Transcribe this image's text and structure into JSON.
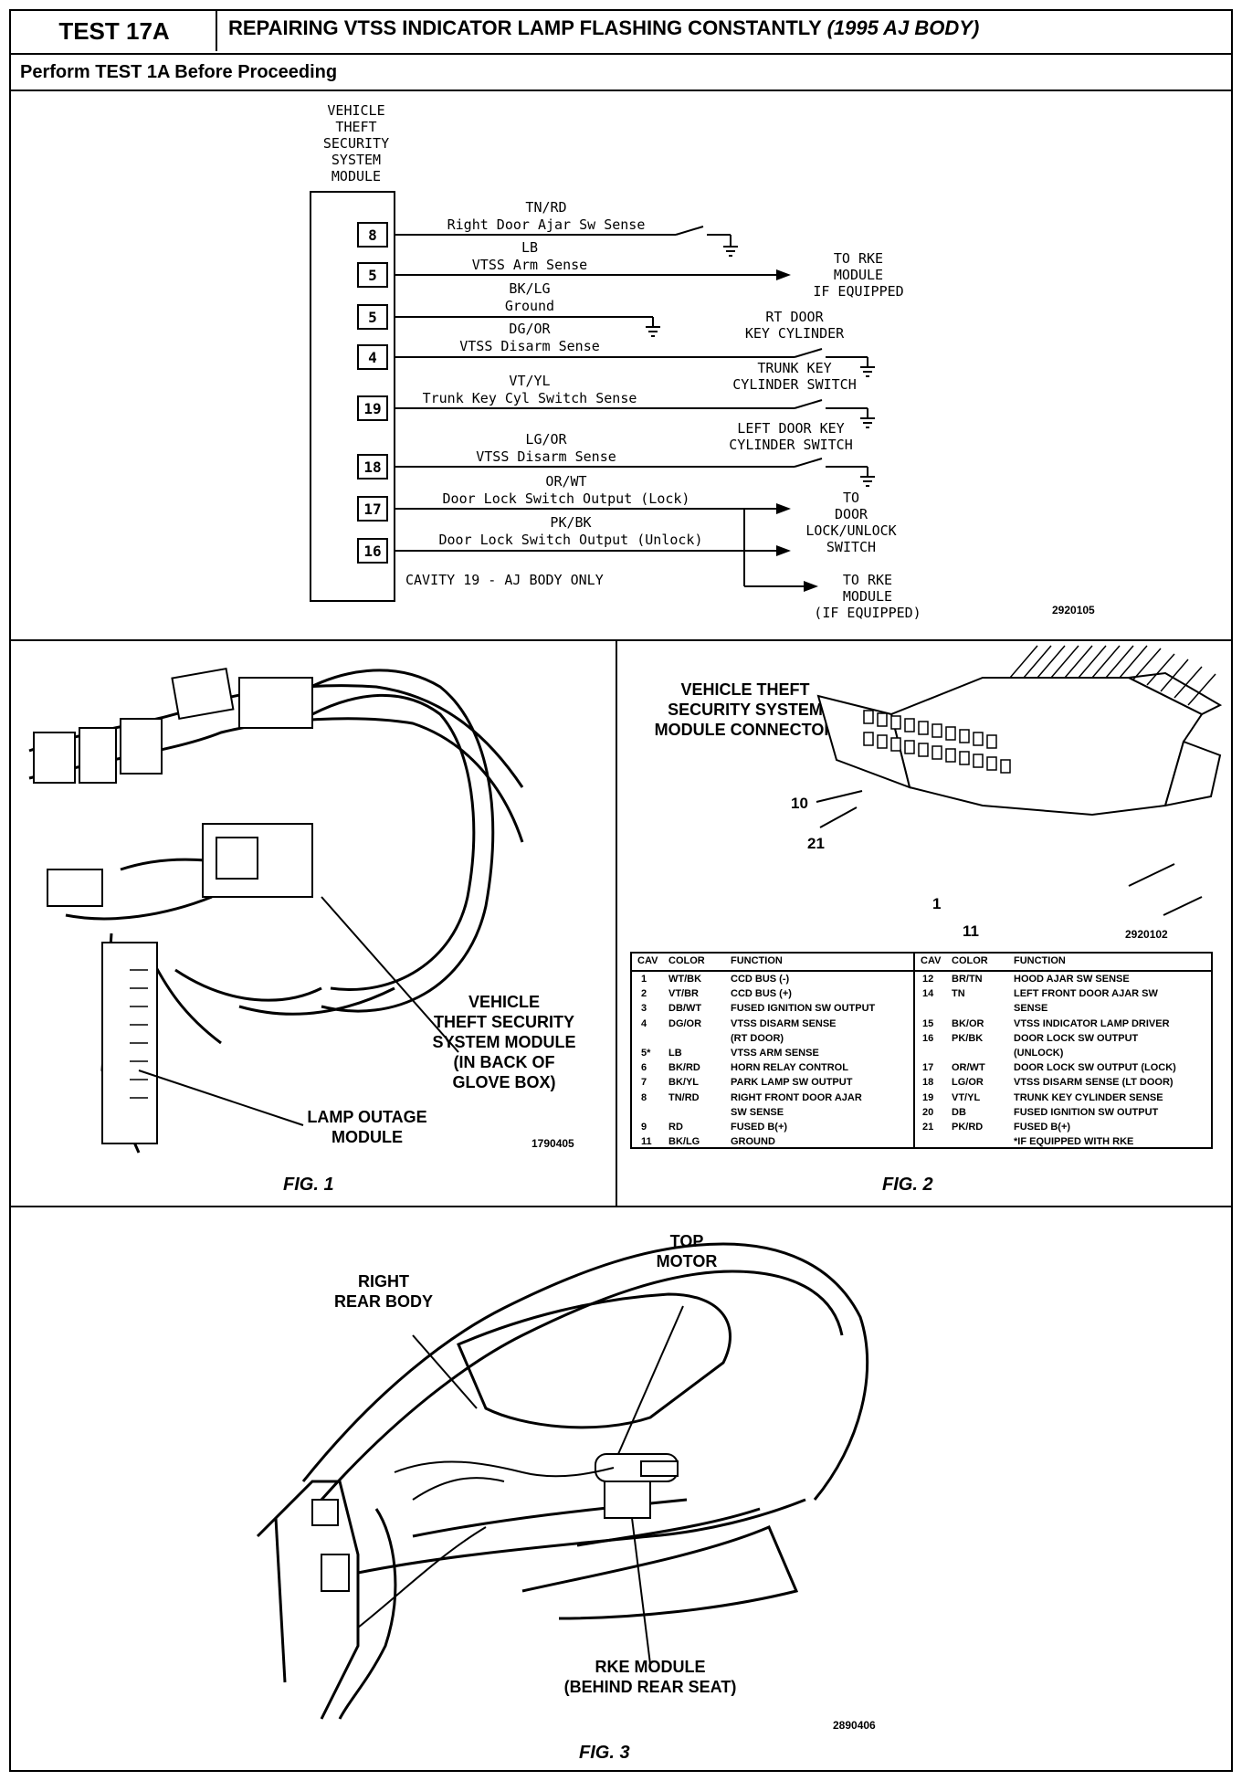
{
  "header": {
    "test_id": "TEST 17A",
    "title": "REPAIRING VTSS INDICATOR LAMP FLASHING CONSTANTLY",
    "title_suffix": "(1995 AJ BODY)",
    "subtitle": "Perform TEST 1A Before Proceeding"
  },
  "schematic": {
    "module_label": [
      "VEHICLE",
      "THEFT",
      "SECURITY",
      "SYSTEM",
      "MODULE"
    ],
    "pins": [
      {
        "cav": "8",
        "color": "TN/RD",
        "func": "Right Door Ajar Sw Sense"
      },
      {
        "cav": "5",
        "color": "LB",
        "func": "VTSS Arm Sense"
      },
      {
        "cav": "5",
        "color": "BK/LG",
        "func": "Ground"
      },
      {
        "cav": "4",
        "color": "DG/OR",
        "func": "VTSS Disarm Sense"
      },
      {
        "cav": "19",
        "color": "VT/YL",
        "func": "Trunk Key Cyl Switch Sense"
      },
      {
        "cav": "18",
        "color": "LG/OR",
        "func": "VTSS Disarm Sense"
      },
      {
        "cav": "17",
        "color": "OR/WT",
        "func": "Door Lock Switch Output (Lock)"
      },
      {
        "cav": "16",
        "color": "PK/BK",
        "func": "Door Lock Switch Output (Unlock)"
      }
    ],
    "dest_rke_1": [
      "TO RKE",
      "MODULE",
      "IF EQUIPPED"
    ],
    "dest_rt_door": [
      "RT DOOR",
      "KEY CYLINDER"
    ],
    "dest_trunk": [
      "TRUNK KEY",
      "CYLINDER SWITCH"
    ],
    "dest_left_door": [
      "LEFT DOOR KEY",
      "CYLINDER SWITCH"
    ],
    "dest_door_lock": [
      "TO",
      "DOOR",
      "LOCK/UNLOCK",
      "SWITCH"
    ],
    "dest_rke_2": [
      "TO RKE",
      "MODULE",
      "(IF EQUIPPED)"
    ],
    "note": "CAVITY 19 - AJ BODY ONLY",
    "ref": "2920105"
  },
  "fig1": {
    "caption": "FIG. 1",
    "vtss_label": [
      "VEHICLE",
      "THEFT SECURITY",
      "SYSTEM MODULE",
      "(IN BACK OF",
      "GLOVE BOX)"
    ],
    "lamp_label": [
      "LAMP OUTAGE",
      "MODULE"
    ],
    "ref": "1790405"
  },
  "fig2": {
    "caption": "FIG. 2",
    "title": [
      "VEHICLE THEFT",
      "SECURITY SYSTEM",
      "MODULE CONNECTOR"
    ],
    "pin_labels": [
      "10",
      "21",
      "1",
      "11"
    ],
    "ref": "2920102",
    "table_headers": [
      "CAV",
      "COLOR",
      "FUNCTION"
    ],
    "left_rows": [
      [
        "1",
        "WT/BK",
        "CCD BUS (-)"
      ],
      [
        "2",
        "VT/BR",
        "CCD BUS (+)"
      ],
      [
        "3",
        "DB/WT",
        "FUSED IGNITION SW OUTPUT"
      ],
      [
        "4",
        "DG/OR",
        "VTSS DISARM SENSE"
      ],
      [
        "",
        "",
        "(RT DOOR)"
      ],
      [
        "5*",
        "LB",
        "VTSS ARM SENSE"
      ],
      [
        "6",
        "BK/RD",
        "HORN RELAY CONTROL"
      ],
      [
        "7",
        "BK/YL",
        "PARK LAMP SW OUTPUT"
      ],
      [
        "8",
        "TN/RD",
        "RIGHT FRONT DOOR AJAR"
      ],
      [
        "",
        "",
        "SW SENSE"
      ],
      [
        "9",
        "RD",
        "FUSED B(+)"
      ],
      [
        "11",
        "BK/LG",
        "GROUND"
      ]
    ],
    "right_rows": [
      [
        "12",
        "BR/TN",
        "HOOD AJAR SW SENSE"
      ],
      [
        "14",
        "TN",
        "LEFT FRONT DOOR AJAR SW"
      ],
      [
        "",
        "",
        "SENSE"
      ],
      [
        "15",
        "BK/OR",
        "VTSS INDICATOR LAMP DRIVER"
      ],
      [
        "16",
        "PK/BK",
        "DOOR LOCK SW OUTPUT"
      ],
      [
        "",
        "",
        "(UNLOCK)"
      ],
      [
        "17",
        "OR/WT",
        "DOOR LOCK SW OUTPUT (LOCK)"
      ],
      [
        "18",
        "LG/OR",
        "VTSS DISARM SENSE (LT DOOR)"
      ],
      [
        "19",
        "VT/YL",
        "TRUNK KEY CYLINDER SENSE"
      ],
      [
        "20",
        "DB",
        "FUSED IGNITION SW OUTPUT"
      ],
      [
        "21",
        "PK/RD",
        "FUSED B(+)"
      ],
      [
        "",
        "",
        "*IF EQUIPPED WITH RKE"
      ]
    ]
  },
  "fig3": {
    "caption": "FIG. 3",
    "right_rear_body": [
      "RIGHT",
      "REAR BODY"
    ],
    "top_motor": [
      "TOP",
      "MOTOR"
    ],
    "rke_module": [
      "RKE MODULE",
      "(BEHIND REAR SEAT)"
    ],
    "ref": "2890406"
  }
}
